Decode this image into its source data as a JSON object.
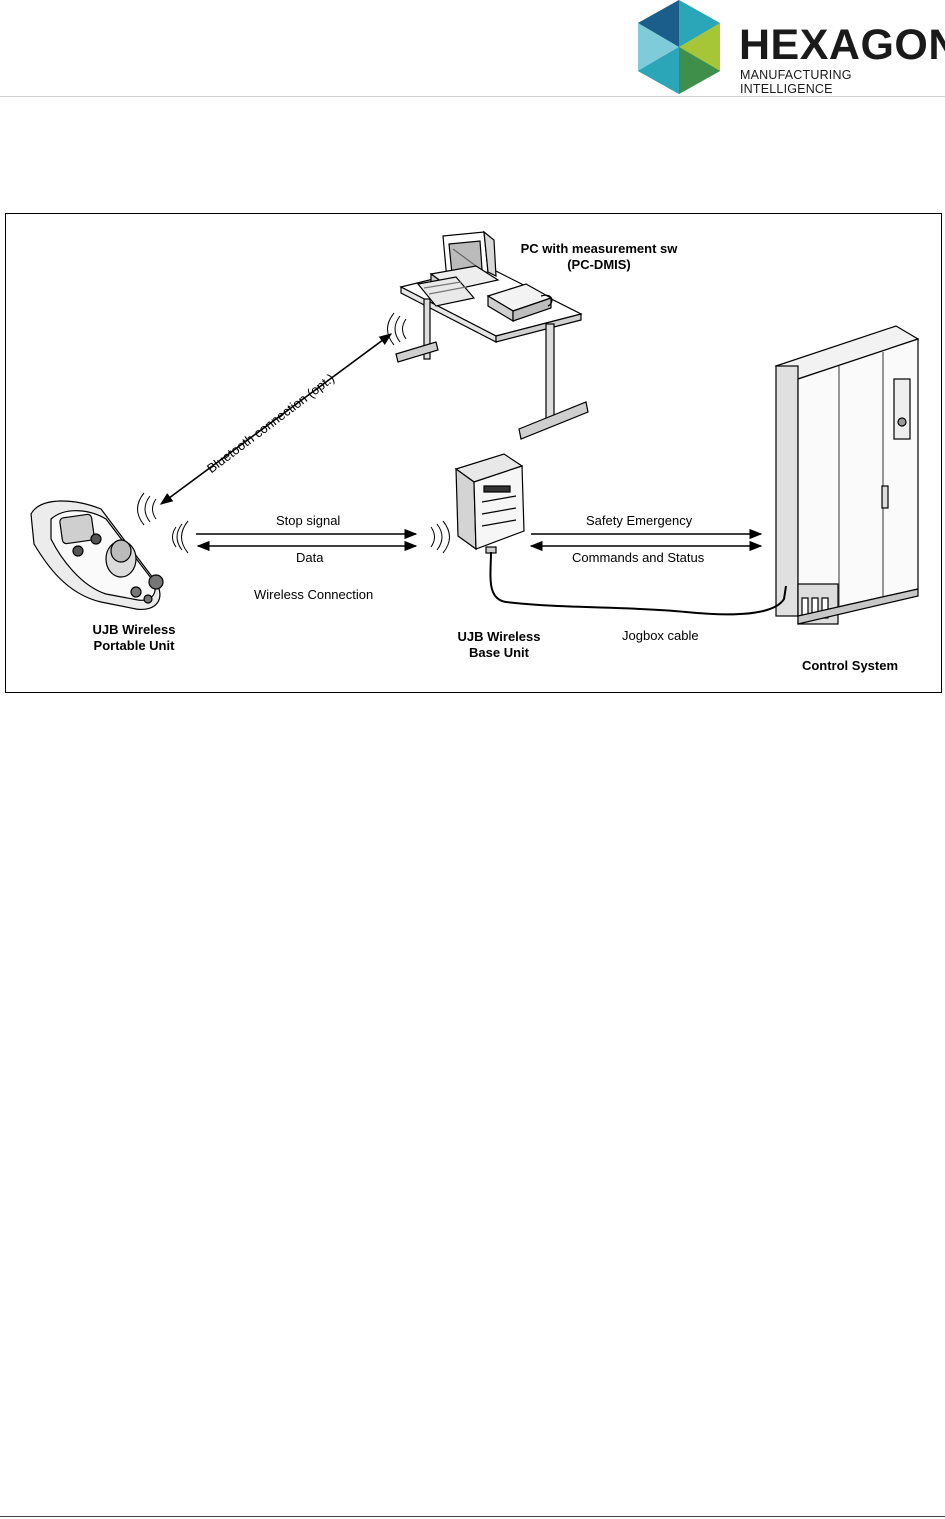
{
  "header": {
    "brand": "HEXAGON",
    "brand_sub": "MANUFACTURING INTELLIGENCE",
    "colors": {
      "teal": "#2aa6b8",
      "lime": "#a7c637",
      "blue": "#1b5e8c",
      "cyan": "#7fcbd9"
    }
  },
  "diagram": {
    "pc_label_line1": "PC with measurement sw",
    "pc_label_line2": "(PC-DMIS)",
    "bluetooth": "Bluetooth connection (opt.)",
    "stop_signal": "Stop signal",
    "data": "Data",
    "wireless_connection": "Wireless Connection",
    "portable_line1": "UJB Wireless",
    "portable_line2": "Portable Unit",
    "base_line1": "UJB Wireless",
    "base_line2": "Base Unit",
    "safety_emergency": "Safety Emergency",
    "commands_status": "Commands and Status",
    "jogbox_cable": "Jogbox cable",
    "control_system": "Control System"
  }
}
